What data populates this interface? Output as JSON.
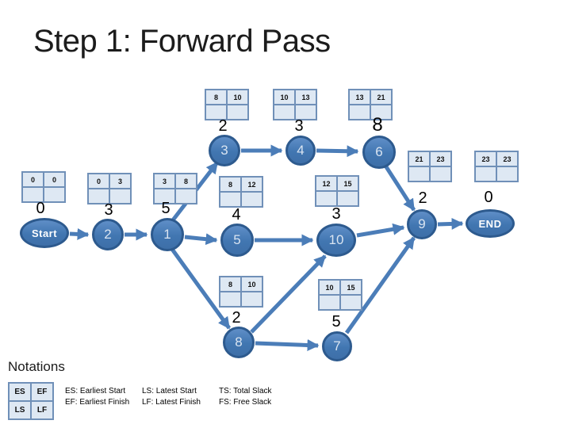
{
  "title": "Step 1: Forward Pass",
  "colors": {
    "node_fill": "#4377b2",
    "node_border": "#2d5a8e",
    "arrow": "#4b7db8",
    "box_fill": "#dee8f3",
    "box_border": "#7090b8",
    "title_text": "#1c1c1c"
  },
  "diagram": {
    "nodes": [
      {
        "id": "start",
        "label": "Start",
        "duration": "0",
        "es": "0",
        "ef": "0",
        "ls": "",
        "lf": ""
      },
      {
        "id": "2",
        "label": "2",
        "duration": "3",
        "es": "0",
        "ef": "3",
        "ls": "",
        "lf": ""
      },
      {
        "id": "1",
        "label": "1",
        "duration": "5",
        "es": "3",
        "ef": "8",
        "ls": "",
        "lf": ""
      },
      {
        "id": "3",
        "label": "3",
        "duration": "2",
        "es": "8",
        "ef": "10",
        "ls": "",
        "lf": ""
      },
      {
        "id": "4",
        "label": "4",
        "duration": "3",
        "es": "10",
        "ef": "13",
        "ls": "",
        "lf": ""
      },
      {
        "id": "6",
        "label": "6",
        "duration": "8",
        "es": "13",
        "ef": "21",
        "ls": "",
        "lf": ""
      },
      {
        "id": "5",
        "label": "5",
        "duration": "4",
        "es": "8",
        "ef": "12",
        "ls": "",
        "lf": ""
      },
      {
        "id": "10",
        "label": "10",
        "duration": "3",
        "es": "12",
        "ef": "15",
        "ls": "",
        "lf": ""
      },
      {
        "id": "8",
        "label": "8",
        "duration": "2",
        "es": "8",
        "ef": "10",
        "ls": "",
        "lf": ""
      },
      {
        "id": "7",
        "label": "7",
        "duration": "5",
        "es": "10",
        "ef": "15",
        "ls": "",
        "lf": ""
      },
      {
        "id": "9",
        "label": "9",
        "duration": "2",
        "es": "21",
        "ef": "23",
        "ls": "",
        "lf": ""
      },
      {
        "id": "end",
        "label": "END",
        "duration": "0",
        "es": "23",
        "ef": "23",
        "ls": "",
        "lf": ""
      }
    ],
    "edges": [
      "Start→2",
      "2→1",
      "1→3",
      "1→5",
      "1→8",
      "3→4",
      "4→6",
      "6→9",
      "5→10",
      "8→10",
      "8→7",
      "10→9",
      "7→9",
      "9→END"
    ]
  },
  "notations": {
    "heading": "Notations",
    "legend_cells": {
      "es": "ES",
      "ef": "EF",
      "ls": "LS",
      "lf": "LF"
    },
    "definitions": [
      "ES: Earliest Start",
      "LS: Latest Start",
      "TS: Total Slack",
      "EF: Earliest Finish",
      "LF: Latest Finish",
      "FS: Free Slack"
    ]
  }
}
